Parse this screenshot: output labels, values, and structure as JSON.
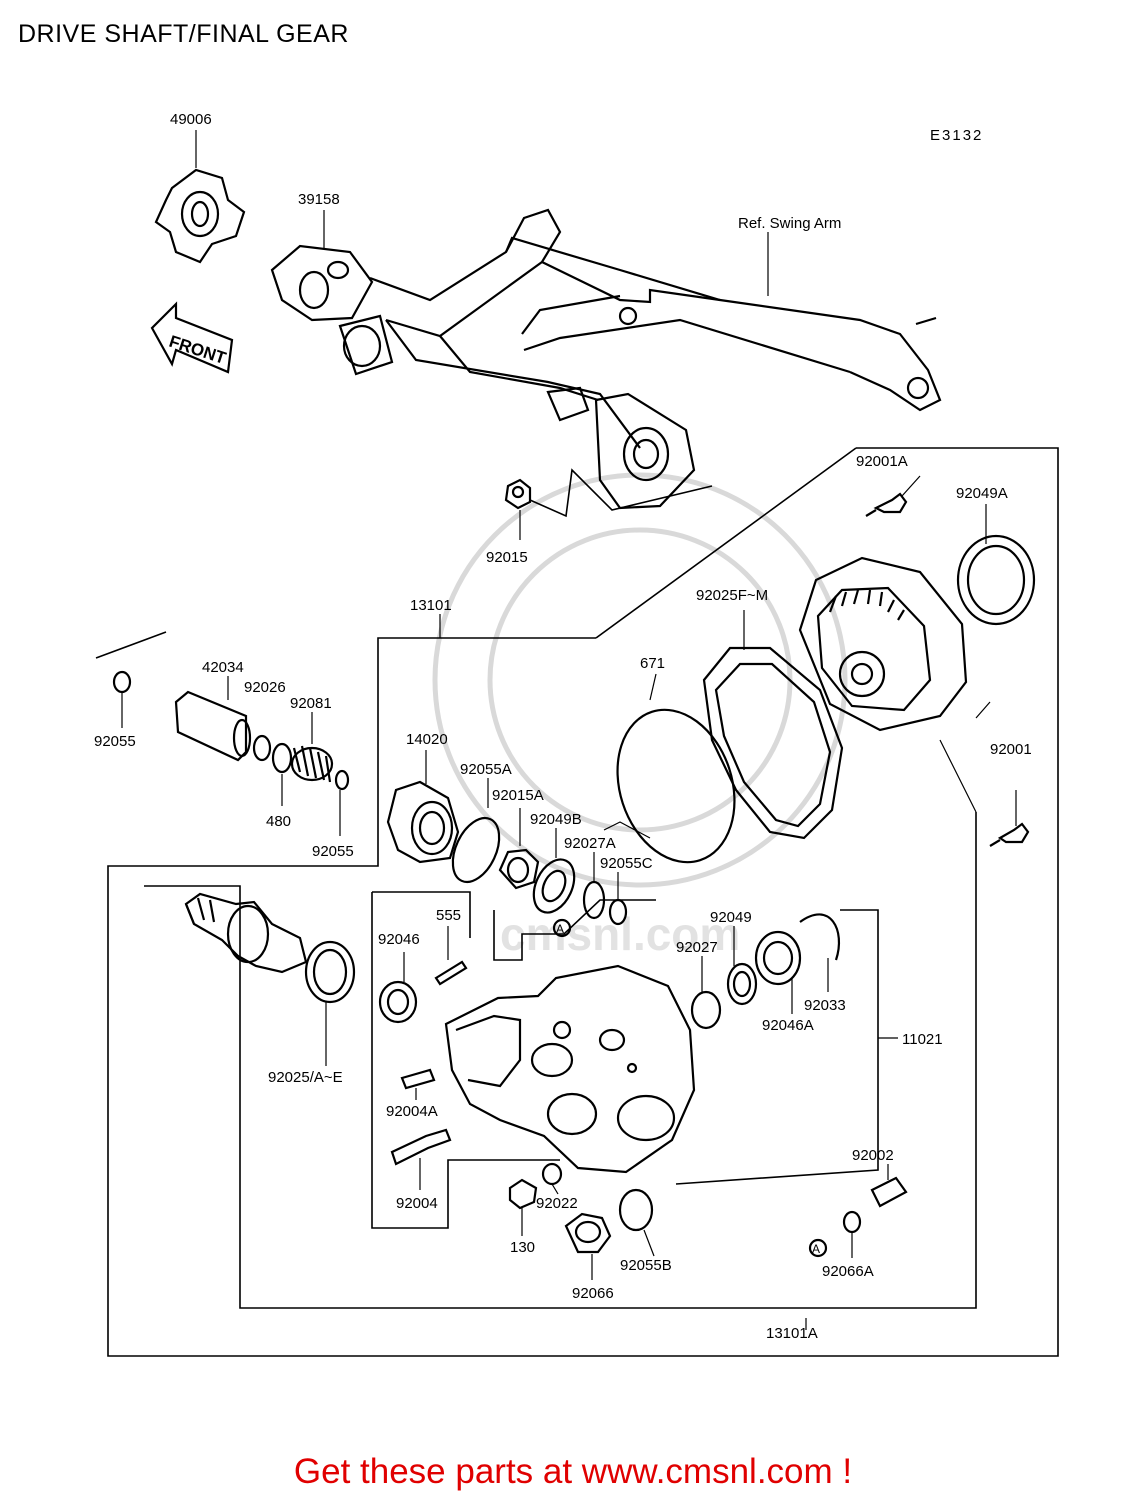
{
  "title": "DRIVE SHAFT/FINAL GEAR",
  "drawing_code": "E3132",
  "front_arrow_label": "FRONT",
  "ref_note": "Ref. Swing Arm",
  "circle_marker": "A",
  "watermark_text": "cmsnl.com",
  "parts": {
    "p49006": "49006",
    "p39158": "39158",
    "p92001A": "92001A",
    "p92049A": "92049A",
    "p92015": "92015",
    "p13101": "13101",
    "p92025FM": "92025F~M",
    "p671": "671",
    "p42034": "42034",
    "p92026": "92026",
    "p92081": "92081",
    "p92055_left": "92055",
    "p92055_bottom": "92055",
    "p480": "480",
    "p14020": "14020",
    "p92055A": "92055A",
    "p92015A": "92015A",
    "p92049B": "92049B",
    "p92027A": "92027A",
    "p92055C": "92055C",
    "p92001": "92001",
    "p555": "555",
    "p92046": "92046",
    "p92049": "92049",
    "p92027": "92027",
    "p92033": "92033",
    "p92046A": "92046A",
    "p11021": "11021",
    "p92025AE": "92025/A~E",
    "p92004A": "92004A",
    "p92004": "92004",
    "p92022": "92022",
    "p130": "130",
    "p92066": "92066",
    "p92055B": "92055B",
    "p92002": "92002",
    "p92066A": "92066A",
    "p13101A": "13101A"
  },
  "footer": "Get these parts at www.cmsnl.com !"
}
